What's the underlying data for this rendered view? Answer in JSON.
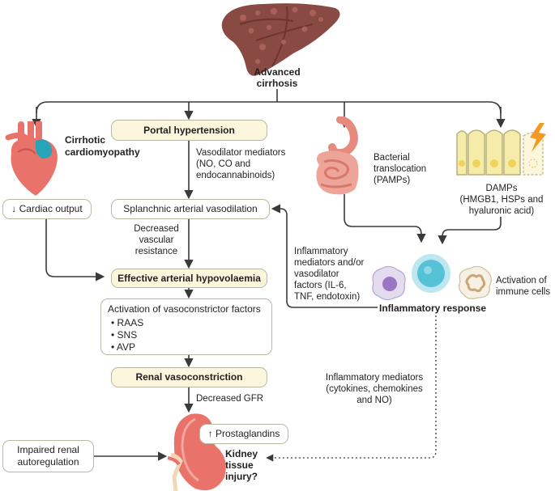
{
  "top": {
    "title_line1": "Advanced",
    "title_line2": "cirrhosis"
  },
  "left": {
    "cardiomyopathy_line1": "Cirrhotic",
    "cardiomyopathy_line2": "cardiomyopathy",
    "cardiac_output": "↓ Cardiac output",
    "impaired_line1": "Impaired renal",
    "impaired_line2": "autoregulation"
  },
  "center": {
    "portal_hypertension": "Portal hypertension",
    "vasodilator_line1": "Vasodilator mediators",
    "vasodilator_line2": "(NO, CO and",
    "vasodilator_line3": "endocannabinoids)",
    "splanchnic": "Splanchnic arterial vasodilation",
    "decreased_line1": "Decreased",
    "decreased_line2": "vascular",
    "decreased_line3": "resistance",
    "hypovolaemia": "Effective arterial hypovolaemia",
    "activation_title": "Activation of vasoconstrictor factors",
    "activation_items": [
      "RAAS",
      "SNS",
      "AVP"
    ],
    "renal_vasoconstriction": "Renal vasoconstriction",
    "gfr": "Decreased GFR",
    "prostaglandins": "↑ Prostaglandins",
    "kidney_line1": "Kidney",
    "kidney_line2": "tissue",
    "kidney_line3": "injury?"
  },
  "right": {
    "bacterial_line1": "Bacterial",
    "bacterial_line2": "translocation",
    "bacterial_line3": "(PAMPs)",
    "damps_line1": "DAMPs",
    "damps_line2": "(HMGB1, HSPs and",
    "damps_line3": "hyaluronic acid)",
    "mediators_line1": "Inflammatory",
    "mediators_line2": "mediators and/or",
    "mediators_line3": "vasodilator",
    "mediators_line4": "factors (IL-6,",
    "mediators_line5": "TNF, endotoxin)",
    "immune_line1": "Activation of",
    "immune_line2": "immune cells",
    "inflammatory_response": "Inflammatory response",
    "inflam_med_line1": "Inflammatory mediators",
    "inflam_med_line2": "(cytokines, chemokines",
    "inflam_med_line3": "and NO)"
  },
  "colors": {
    "key_fill": "#fbf6dc",
    "box_border": "#b9b9a3",
    "arrow": "#3a3a3a",
    "liver": "#8a4a44",
    "heart": "#e9736a",
    "heart_blue": "#29a3b8",
    "gut": "#e99588",
    "cell_yellow": "#f6ecaa",
    "immune_blue": "#55c2d8",
    "lightning": "#f29a23"
  }
}
